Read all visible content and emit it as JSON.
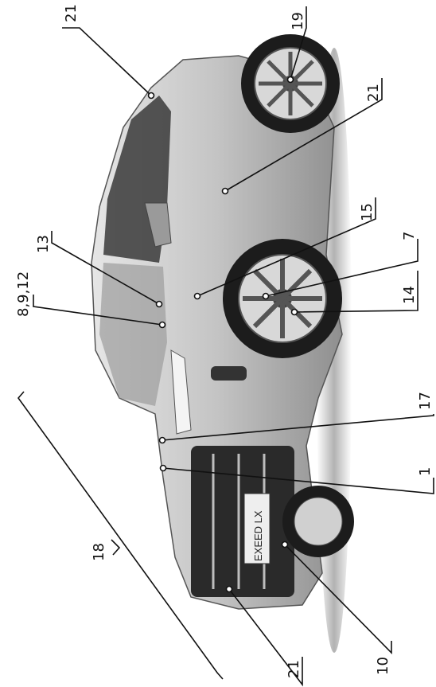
{
  "callouts": [
    {
      "id": "c21a",
      "label": "21"
    },
    {
      "id": "c19",
      "label": "19"
    },
    {
      "id": "c21b",
      "label": "21"
    },
    {
      "id": "c15",
      "label": "15"
    },
    {
      "id": "c7",
      "label": "7"
    },
    {
      "id": "c14",
      "label": "14"
    },
    {
      "id": "c13",
      "label": "13"
    },
    {
      "id": "c8912",
      "label": "8,9,12"
    },
    {
      "id": "c17",
      "label": "17"
    },
    {
      "id": "c1",
      "label": "1"
    },
    {
      "id": "c18",
      "label": "18"
    },
    {
      "id": "c10",
      "label": "10"
    },
    {
      "id": "c21c",
      "label": "21"
    }
  ],
  "car": {
    "badge_text": "EXEED LX"
  },
  "colors": {
    "line": "#111111",
    "body": "#c9c9c9",
    "dark": "#2a2a2a",
    "tire": "#1c1c1c",
    "rim": "#d8d8d8"
  }
}
